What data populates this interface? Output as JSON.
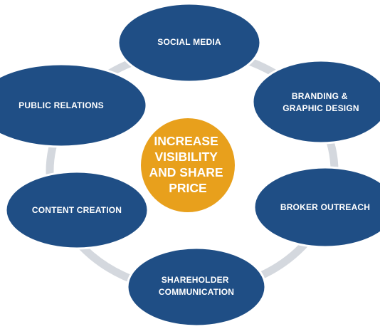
{
  "colors": {
    "node_fill": "#1f4e85",
    "node_stroke": "#ffffff",
    "center_fill": "#e8a01c",
    "ring": "#d4d8de"
  },
  "center": {
    "lines": [
      "INCREASE",
      "VISIBILITY",
      "AND SHARE",
      "PRICE"
    ]
  },
  "nodes": {
    "social_media": {
      "lines": [
        "SOCIAL MEDIA"
      ]
    },
    "branding": {
      "lines": [
        "BRANDING &",
        "GRAPHIC DESIGN"
      ]
    },
    "broker_outreach": {
      "lines": [
        "BROKER OUTREACH"
      ]
    },
    "shareholder": {
      "lines": [
        "SHAREHOLDER",
        "COMMUNICATION"
      ]
    },
    "content_creation": {
      "lines": [
        "CONTENT CREATION"
      ]
    },
    "public_relations": {
      "lines": [
        "PUBLIC RELATIONS"
      ]
    }
  }
}
